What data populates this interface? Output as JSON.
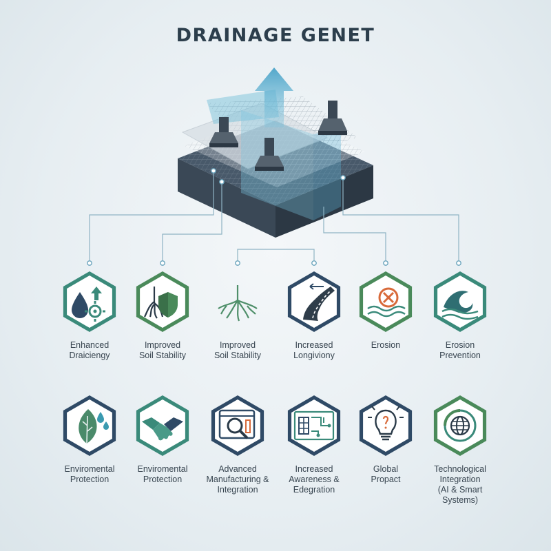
{
  "title": "DRAINAGE GENET",
  "colors": {
    "teal": "#3a8a7a",
    "navy": "#2f4a66",
    "green": "#4a8a5a",
    "orange": "#d86a3a",
    "stroke": "#2a3a48"
  },
  "row1": [
    {
      "line1": "Enhanced",
      "line2": "Draiciengy",
      "icon": "water-gear-icon",
      "border": "teal"
    },
    {
      "line1": "Improved",
      "line2": "Soil Stability",
      "icon": "roots-shield-icon",
      "border": "green"
    },
    {
      "line1": "Improved",
      "line2": "Soil Stability",
      "icon": "roots-icon",
      "border": "none"
    },
    {
      "line1": "Increased",
      "line2": "Longiviony",
      "icon": "road-icon",
      "border": "navy"
    },
    {
      "line1": "Erosion",
      "line2": "",
      "icon": "erosion-x-icon",
      "border": "green"
    },
    {
      "line1": "Erosion",
      "line2": "Prevention",
      "icon": "wave-icon",
      "border": "teal"
    }
  ],
  "row2": [
    {
      "line1": "Enviromental",
      "line2": "Protection",
      "line3": "",
      "icon": "leaf-drops-icon",
      "border": "navy"
    },
    {
      "line1": "Enviromental",
      "line2": "Protection",
      "line3": "",
      "icon": "handshake-icon",
      "border": "teal"
    },
    {
      "line1": "Advanced",
      "line2": "Manufacturing &",
      "line3": "Integration",
      "icon": "magnifier-icon",
      "border": "navy"
    },
    {
      "line1": "Increased",
      "line2": "Awareness &",
      "line3": "Edegration",
      "icon": "circuit-icon",
      "border": "navy"
    },
    {
      "line1": "Global",
      "line2": "Propact",
      "line3": "",
      "icon": "lightbulb-icon",
      "border": "navy"
    },
    {
      "line1": "Technological",
      "line2": "Integration",
      "line3": "(AI & Smart Systems)",
      "icon": "globe-icon",
      "border": "green"
    }
  ]
}
